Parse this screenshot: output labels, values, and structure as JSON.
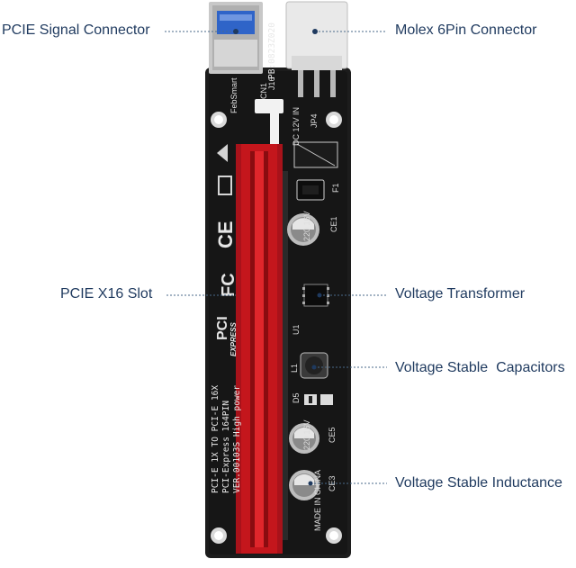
{
  "callouts": {
    "pcie_signal_connector": "PCIE Signal Connector",
    "molex_connector": "Molex 6Pin Connector",
    "pcie_x16_slot": "PCIE X16 Slot",
    "voltage_transformer": "Voltage Transformer",
    "voltage_stable_capacitors": "Voltage Stable  Capacitors",
    "voltage_stable_inductance": "Voltage Stable Inductance"
  },
  "board_text": {
    "date_code": "PB:0823Z020",
    "brand": "FebSmart",
    "cn1": "CN1",
    "j16": "J16",
    "jp4": "JP4",
    "dc12v": "DC 12V IN",
    "f1": "F1",
    "ce1": "CE1",
    "cap_label": "220 16V",
    "u1": "U1",
    "l1": "L1",
    "d5": "D5",
    "ce5": "CE5",
    "ce3": "CE3",
    "made_in_china": "MADE IN CHINA",
    "pcie_logo_top": "PCI",
    "pcie_logo_bottom": "EXPRESS",
    "ce_mark": "CE",
    "fc_mark": "FC",
    "silk_line1": "PCI-E 1X TO PCI-E 16X",
    "silk_line2": "PCI-Express 164PIN",
    "silk_line3": "VER.00103S High power"
  },
  "colors": {
    "pcb": "#1a1a1a",
    "slot": "#c4161c",
    "callout_text": "#1f3a5f",
    "leader_line": "#4a6a8a"
  }
}
